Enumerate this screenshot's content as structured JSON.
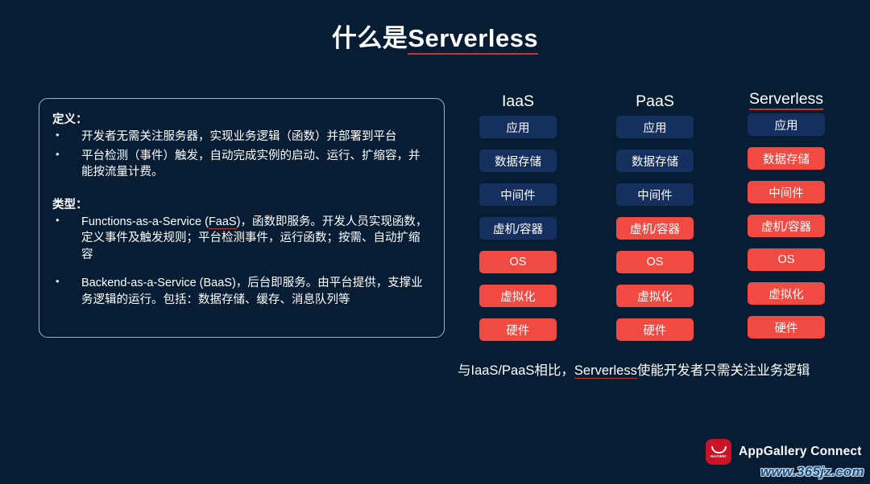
{
  "slide": {
    "title_prefix": "什么是",
    "title_underlined": "Serverless",
    "background_color": "#071d34",
    "accent_red": "#f04a42",
    "accent_blue": "#15305f",
    "underline_red": "#c0392b"
  },
  "panel": {
    "definition_heading": "定义：",
    "definition_bullets": [
      "开发者无需关注服务器，实现业务逻辑（函数）并部署到平台",
      "平台检测（事件）触发，自动完成实例的启动、运行、扩缩容，并能按流量计费。"
    ],
    "types_heading": "类型：",
    "types_bullets": [
      {
        "lead": "Functions-as-a-Service (",
        "underlined": "FaaS",
        "tail": ")，函数即服务。开发人员实现函数，定义事件及触发规则；平台检测事件，运行函数；按需、自动扩缩容"
      },
      {
        "lead": "Backend-as-a-Service (BaaS)，后台即服务。由平台提供，支撑业务逻辑的运行。包括：数据存储、缓存、消息队列等",
        "underlined": "",
        "tail": ""
      }
    ]
  },
  "columns": [
    {
      "name": "iaas",
      "header": "IaaS",
      "header_underlined": false,
      "cells": [
        {
          "label": "应用",
          "color": "blue"
        },
        {
          "label": "数据存储",
          "color": "blue"
        },
        {
          "label": "中间件",
          "color": "blue"
        },
        {
          "label": "虚机/容器",
          "color": "blue"
        },
        {
          "label": "OS",
          "color": "red"
        },
        {
          "label": "虚拟化",
          "color": "red"
        },
        {
          "label": "硬件",
          "color": "red"
        }
      ]
    },
    {
      "name": "paas",
      "header": "PaaS",
      "header_underlined": false,
      "cells": [
        {
          "label": "应用",
          "color": "blue"
        },
        {
          "label": "数据存储",
          "color": "blue"
        },
        {
          "label": "中间件",
          "color": "blue"
        },
        {
          "label": "虚机/容器",
          "color": "red"
        },
        {
          "label": "OS",
          "color": "red"
        },
        {
          "label": "虚拟化",
          "color": "red"
        },
        {
          "label": "硬件",
          "color": "red"
        }
      ]
    },
    {
      "name": "serverless",
      "header": "Serverless",
      "header_underlined": true,
      "cells": [
        {
          "label": "应用",
          "color": "blue"
        },
        {
          "label": "数据存储",
          "color": "red"
        },
        {
          "label": "中间件",
          "color": "red"
        },
        {
          "label": "虚机/容器",
          "color": "red"
        },
        {
          "label": "OS",
          "color": "red"
        },
        {
          "label": "虚拟化",
          "color": "red"
        },
        {
          "label": "硬件",
          "color": "red"
        }
      ]
    }
  ],
  "caption": {
    "lead": "与IaaS/PaaS相比，",
    "underlined": "Serverless",
    "tail": "使能开发者只需关注业务逻辑"
  },
  "footer": {
    "brand_mark_label": "HUAWEI",
    "brand_name": "AppGallery Connect",
    "watermark": "www.365jz.com"
  }
}
